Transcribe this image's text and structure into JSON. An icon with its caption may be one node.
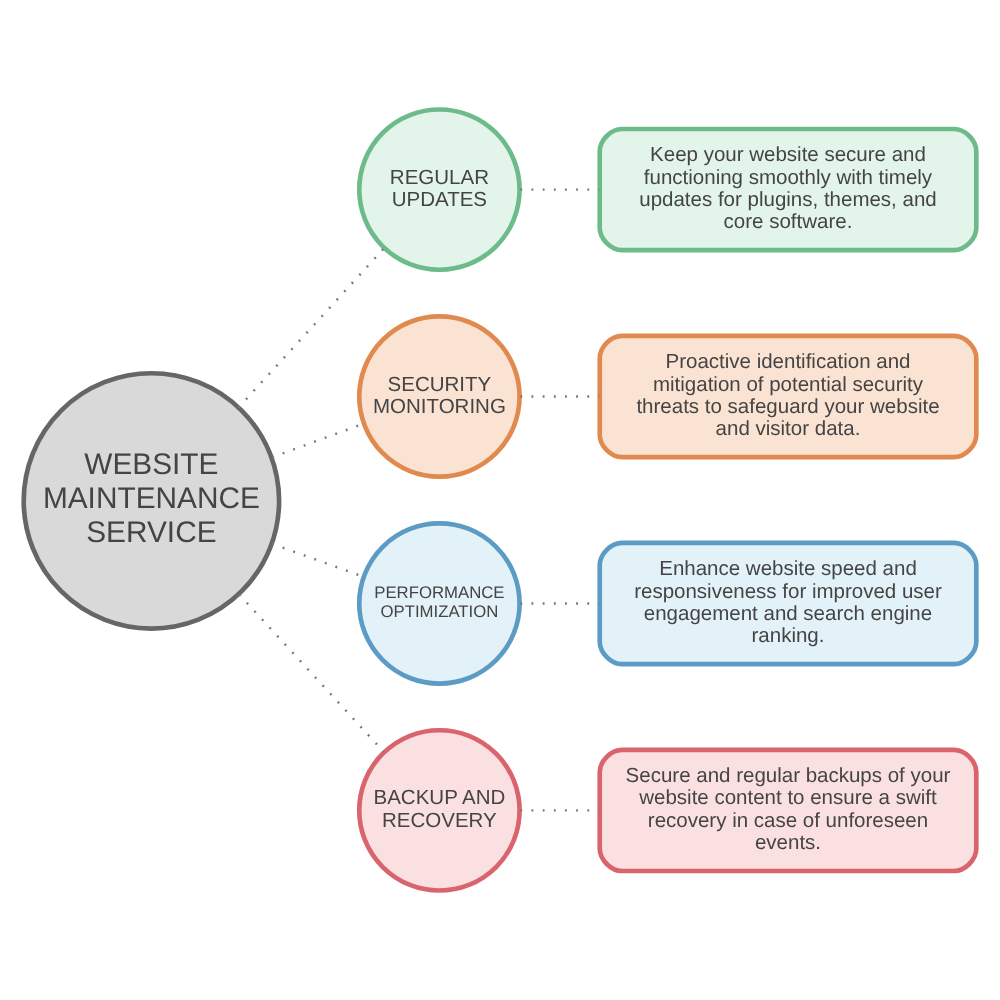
{
  "diagram": {
    "nodes": [
      {
        "text": [
          "WEBSITE MAINTENANCE SERVICE"
        ]
      },
      {
        "text": [
          "REGULAR UPDATES"
        ]
      },
      {
        "text": [
          "SECURITY MONITORING"
        ]
      },
      {
        "text": [
          "PERFORMANCE OPTIMIZATION"
        ]
      },
      {
        "text": [
          "BACKUP AND RECOVERY"
        ]
      },
      {
        "text": [
          "Keep your website secure and functioning smoothly with timely updates for plugins, themes, and core software."
        ]
      },
      {
        "text": [
          "Proactive identification and mitigation of potential security threats to safeguard your website and visitor data."
        ]
      },
      {
        "text": [
          "Enhance website speed and responsiveness for improved user engagement and search engine ranking."
        ]
      },
      {
        "text": [
          "Secure and regular backups of your website content to ensure a swift recovery in case of unforeseen events."
        ]
      }
    ],
    "edges": [
      {
        "from": 0,
        "to": 1,
        "arrow": "none"
      },
      {
        "from": 0,
        "to": 2,
        "arrow": "none"
      },
      {
        "from": 0,
        "to": 3,
        "arrow": "none"
      },
      {
        "from": 0,
        "to": 4,
        "arrow": "none"
      },
      {
        "from": 1,
        "to": 5,
        "arrow": "none"
      },
      {
        "from": 2,
        "to": 6,
        "arrow": "none"
      },
      {
        "from": 3,
        "to": 7,
        "arrow": "none"
      },
      {
        "from": 4,
        "to": 8,
        "arrow": "none"
      }
    ]
  }
}
